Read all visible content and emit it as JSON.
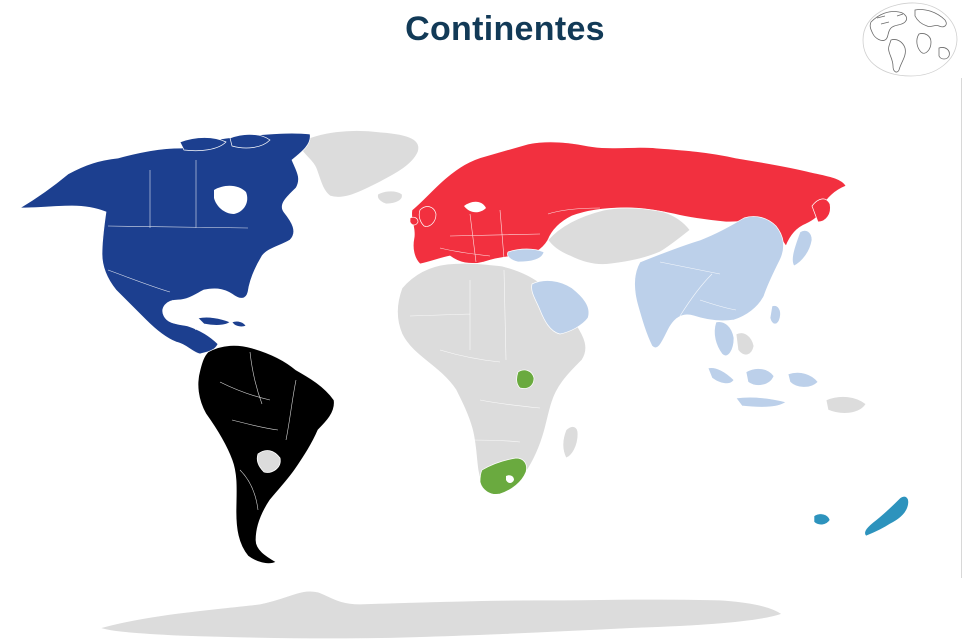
{
  "slide": {
    "title": "Continentes"
  },
  "map": {
    "regions": [
      {
        "key": "north_america",
        "color": "#1c3f8f"
      },
      {
        "key": "south_america",
        "color": "#000000"
      },
      {
        "key": "europe",
        "color": "#f2303f"
      },
      {
        "key": "asia",
        "color": "#bcd0ea"
      },
      {
        "key": "africa",
        "color": "#6aaa3f"
      },
      {
        "key": "oceania",
        "color": "#2d93bd"
      }
    ],
    "other_land_color": "#dcdcdc"
  },
  "icons": {
    "globe": "globe-icon"
  }
}
